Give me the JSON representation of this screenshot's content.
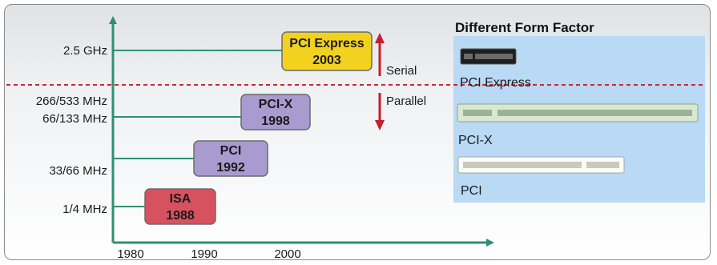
{
  "y_labels": {
    "ghz": "2.5 GHz",
    "m266": "266/533 MHz",
    "m66": "66/133 MHz",
    "m33": "33/66 MHz",
    "m1": "1/4 MHz"
  },
  "x_labels": {
    "y1980": "1980",
    "y1990": "1990",
    "y2000": "2000"
  },
  "buses": {
    "pcie": {
      "name": "PCI Express",
      "year": "2003",
      "color": "#f2d21e"
    },
    "pcix": {
      "name": "PCI-X",
      "year": "1998",
      "color": "#a99bd0"
    },
    "pci": {
      "name": "PCI",
      "year": "1992",
      "color": "#a99bd0"
    },
    "isa": {
      "name": "ISA",
      "year": "1988",
      "color": "#d6525f"
    }
  },
  "arrows": {
    "serial": "Serial",
    "parallel": "Parallel",
    "color": "#c41f2e"
  },
  "form_factor": {
    "title": "Different Form Factor",
    "panel_color": "#b9d9f4",
    "pcie_label": "PCI Express",
    "pcix_label": "PCI-X",
    "pci_label": "PCI"
  },
  "colors": {
    "axis": "#2f8f74",
    "divider": "#c62a35"
  }
}
